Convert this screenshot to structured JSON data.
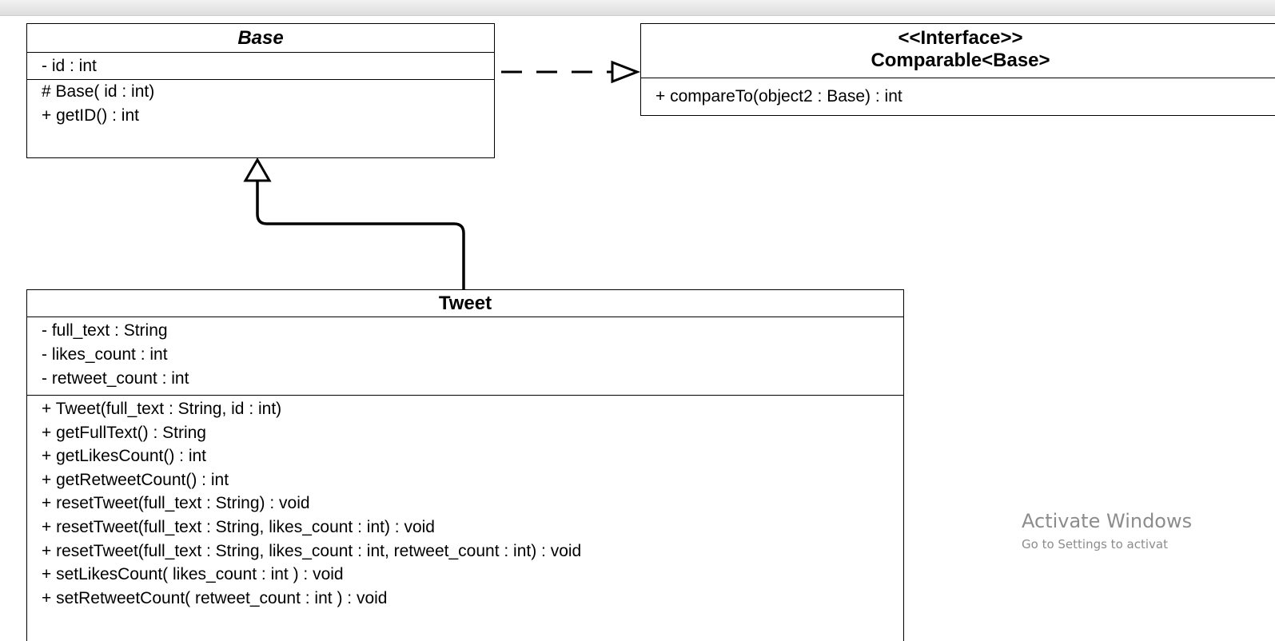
{
  "diagram": {
    "classes": {
      "base": {
        "title": "Base",
        "attributes": [
          "- id : int"
        ],
        "operations": [
          "# Base( id : int)",
          "+ getID() : int"
        ]
      },
      "comparable": {
        "stereotype": "<<Interface>>",
        "title": "Comparable<Base>",
        "operations": [
          "+ compareTo(object2 : Base) : int"
        ]
      },
      "tweet": {
        "title": "Tweet",
        "attributes": [
          "- full_text : String",
          "- likes_count : int",
          "- retweet_count : int"
        ],
        "operations": [
          "+ Tweet(full_text : String, id : int)",
          "+ getFullText() : String",
          "+ getLikesCount() : int",
          "+ getRetweetCount() : int",
          "+ resetTweet(full_text : String) : void",
          "+ resetTweet(full_text : String, likes_count : int) : void",
          "+ resetTweet(full_text : String, likes_count : int, retweet_count : int) : void",
          "+ setLikesCount( likes_count : int ) : void",
          "+ setRetweetCount( retweet_count : int ) : void"
        ]
      }
    },
    "relationships": [
      {
        "type": "realization",
        "from": "Base",
        "to": "Comparable<Base>"
      },
      {
        "type": "generalization",
        "from": "Tweet",
        "to": "Base"
      }
    ]
  },
  "watermark": {
    "line1": "Activate Windows",
    "line2": "Go to Settings to activat"
  }
}
